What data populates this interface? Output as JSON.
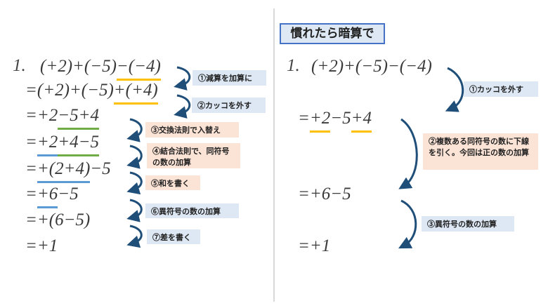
{
  "left": {
    "problem_number": "1.",
    "lines": [
      [
        {
          "t": "(+2)+(−5)",
          "u": ""
        },
        {
          "t": "−(−4)",
          "u": "yellow"
        }
      ],
      [
        {
          "t": "=(+2)+(−5)",
          "u": ""
        },
        {
          "t": "+(+4)",
          "u": "yellow"
        }
      ],
      [
        {
          "t": "=+2",
          "u": ""
        },
        {
          "t": "−5+4",
          "u": "green"
        }
      ],
      [
        {
          "t": "=",
          "u": ""
        },
        {
          "t": "+2",
          "u": "blue"
        },
        {
          "t": "+4−5",
          "u": "green"
        }
      ],
      [
        {
          "t": "=",
          "u": ""
        },
        {
          "t": "+(2+4)",
          "u": "blue"
        },
        {
          "t": "−5",
          "u": ""
        }
      ],
      [
        {
          "t": "=",
          "u": ""
        },
        {
          "t": "+6",
          "u": "blue"
        },
        {
          "t": "−5",
          "u": ""
        }
      ],
      [
        {
          "t": "=+(6−5)",
          "u": ""
        }
      ],
      [
        {
          "t": "=+1",
          "u": ""
        }
      ]
    ],
    "notes": [
      "①減算を加算に",
      "②カッコを外す",
      "③交換法則で入替え",
      "④結合法則で、同符号の数の加算",
      "⑤和を書く",
      "⑥異符号の数の加算",
      "⑦差を書く"
    ]
  },
  "right": {
    "title": "慣れたら暗算で",
    "problem_number": "1.",
    "lines": [
      [
        {
          "t": "(+2)+(−5)−(−4)",
          "u": ""
        }
      ],
      [
        {
          "t": "=",
          "u": ""
        },
        {
          "t": "+2",
          "u": "yellow"
        },
        {
          "t": "−5",
          "u": ""
        },
        {
          "t": "+4",
          "u": "yellow"
        }
      ],
      [
        {
          "t": "=+6−5",
          "u": ""
        }
      ],
      [
        {
          "t": "=+1",
          "u": ""
        }
      ]
    ],
    "notes": [
      "①カッコを外す",
      "②複数ある同符号の数に下線を引く。今回は正の数の加算",
      "③異符号の数の加算"
    ]
  },
  "colors": {
    "arrow": "#1f4e79",
    "note_blue": "#dde8f4",
    "note_peach": "#fbe3d6",
    "yellow": "#ffc000",
    "green": "#70ad47",
    "blue": "#5b9bd5",
    "title_border": "#4472c4"
  }
}
